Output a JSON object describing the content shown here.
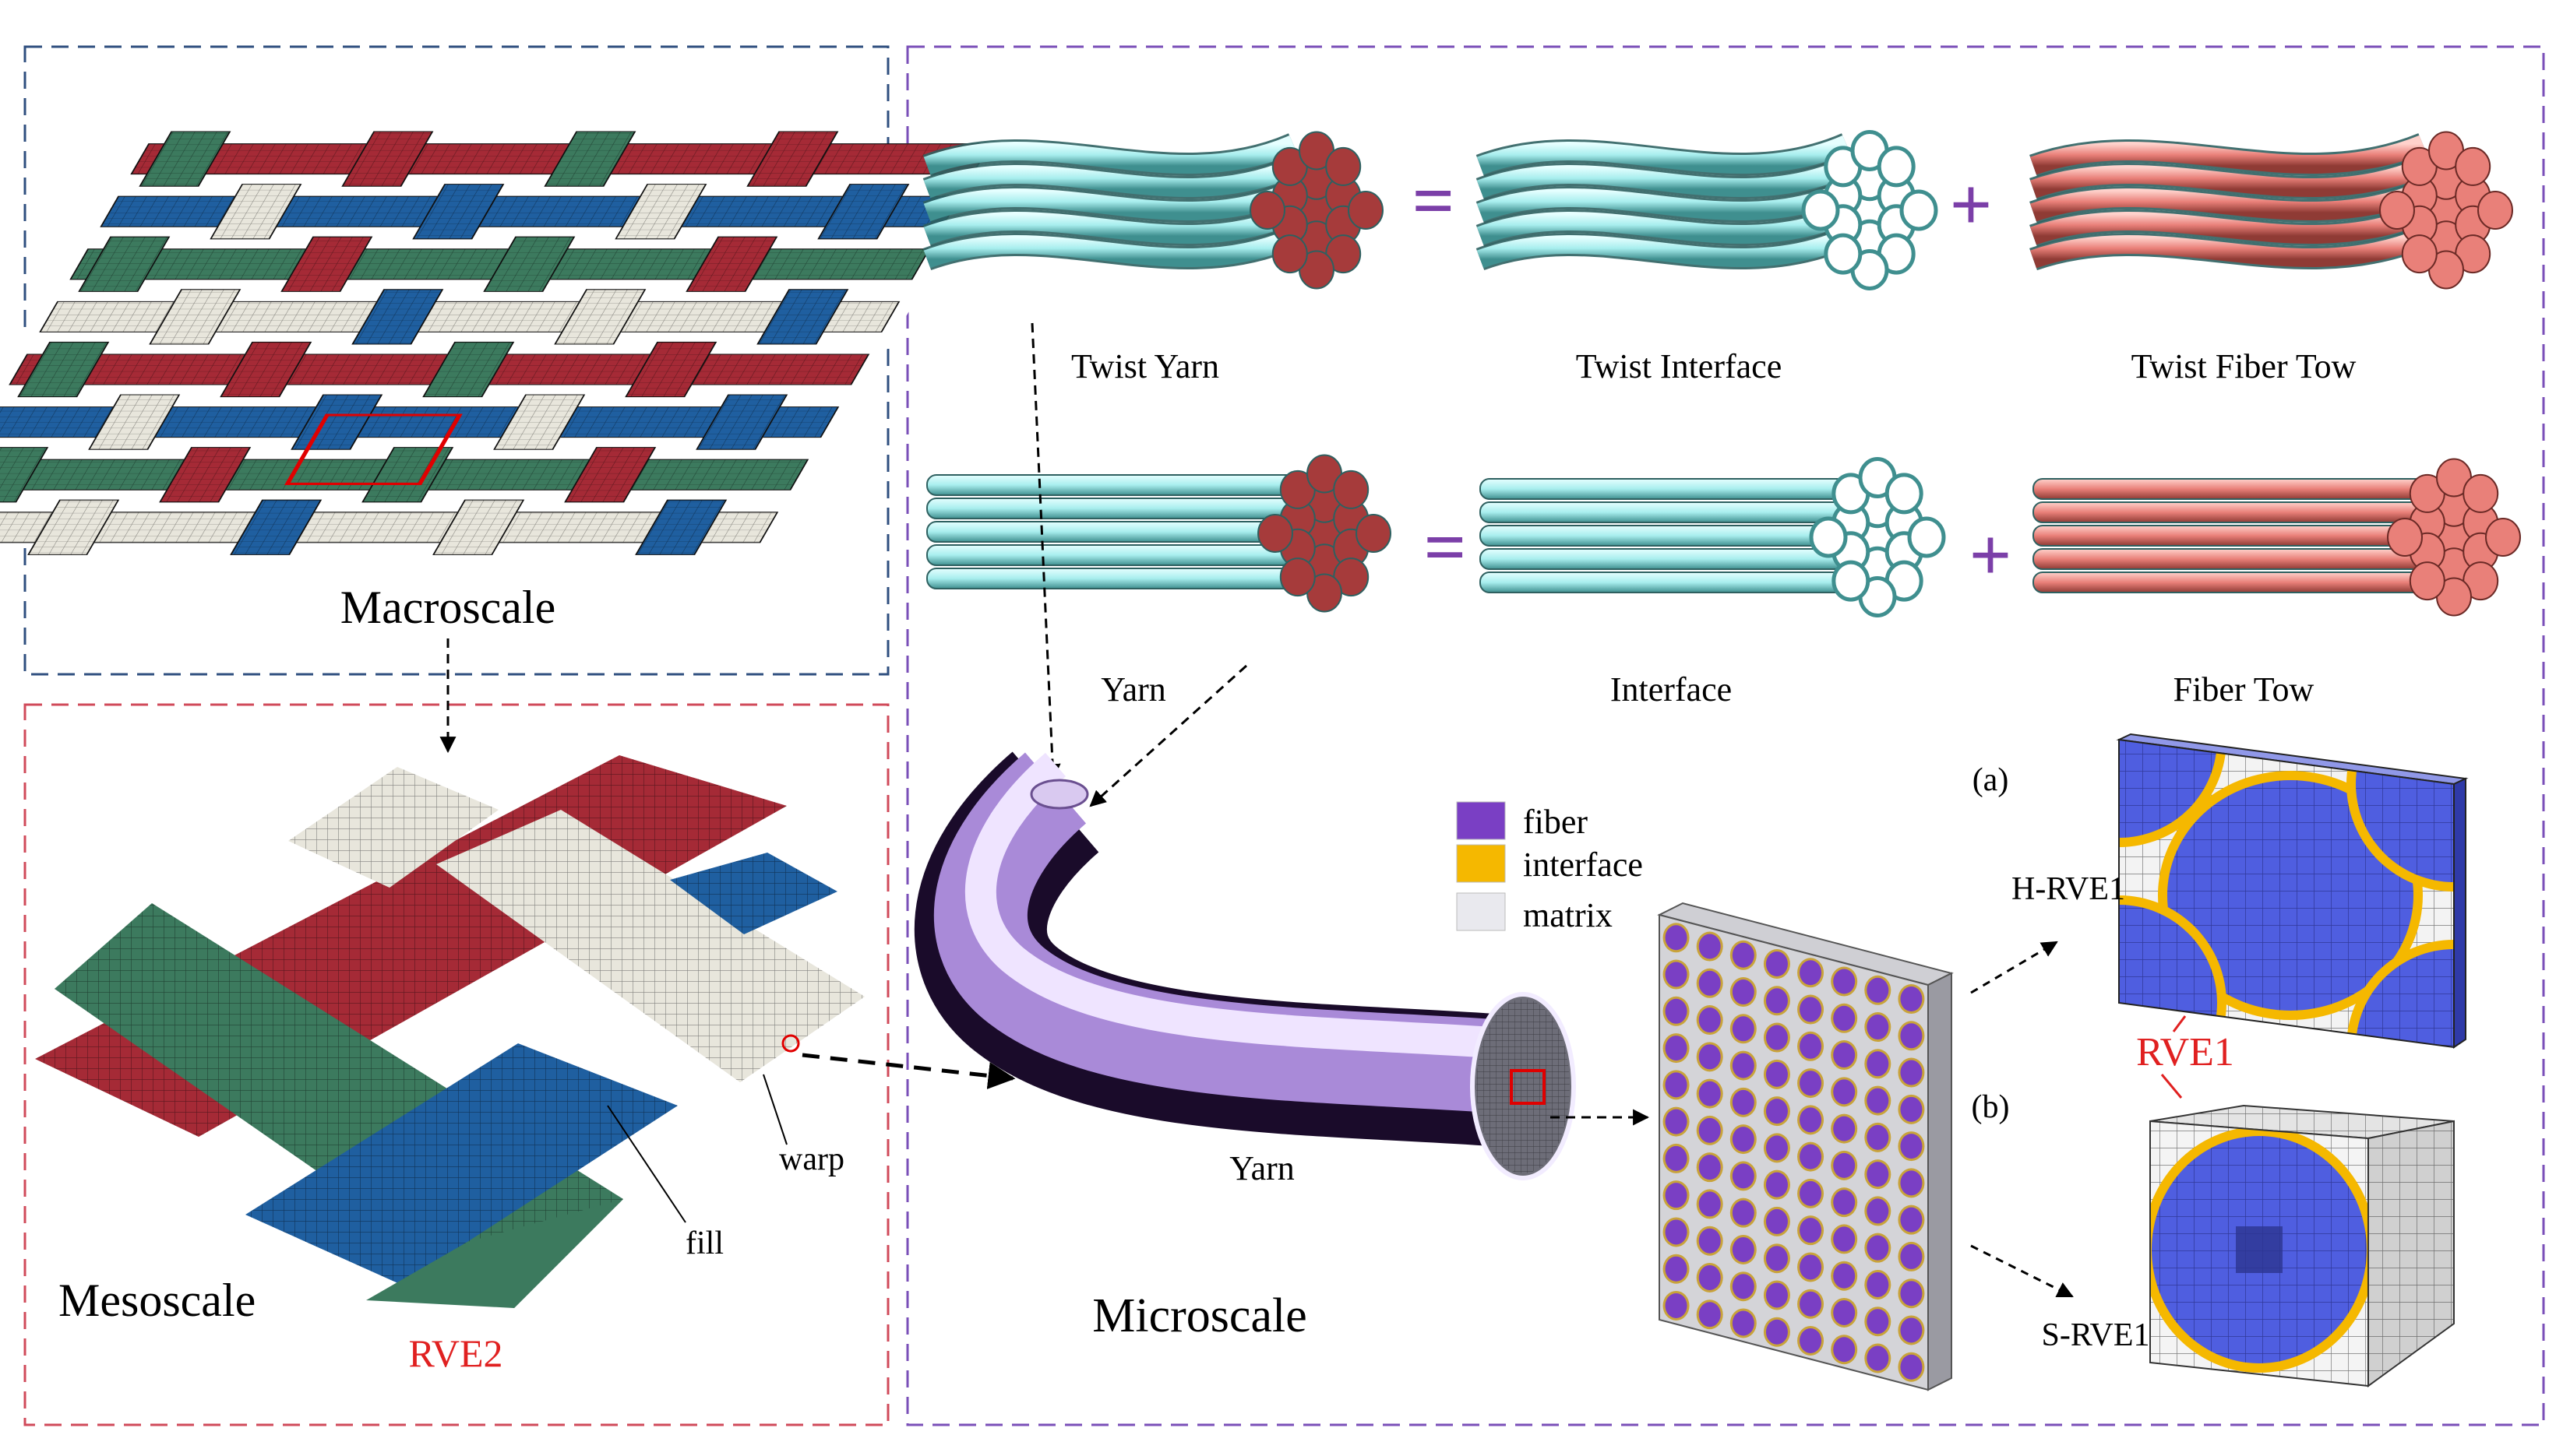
{
  "panels": {
    "macro": {
      "label": "Macroscale"
    },
    "meso": {
      "label": "Mesoscale",
      "rve_label": "RVE2",
      "warp_label": "warp",
      "fill_label": "fill"
    },
    "micro": {
      "label": "Microscale",
      "yarn_curve_label": "Yarn"
    }
  },
  "yarn_models": {
    "twist_yarn": "Twist Yarn",
    "twist_interface": "Twist Interface",
    "twist_fiber_tow": "Twist Fiber Tow",
    "yarn": "Yarn",
    "interface": "Interface",
    "fiber_tow": "Fiber Tow",
    "equals": "=",
    "plus": "+"
  },
  "legend": {
    "items": [
      {
        "label": "fiber",
        "color": "#7a3fc4"
      },
      {
        "label": "interface",
        "color": "#f5b800"
      },
      {
        "label": "matrix",
        "color": "#e9e9ee"
      }
    ]
  },
  "rve": {
    "a_label": "(a)",
    "b_label": "(b)",
    "h_label": "H-RVE1",
    "s_label": "S-RVE1",
    "rve1_label": "RVE1"
  },
  "colors": {
    "macro_border": "#2f4f7f",
    "meso_border": "#d04a5a",
    "micro_border": "#7a4fb8",
    "red_label": "#e02020",
    "operator": "#7b3fa8",
    "cyan": "#a8eeee",
    "salmon": "#e98079",
    "tow_red": "#a63b3b",
    "fiber_blue": "#4f5ee0",
    "weave_red": "#a52a36",
    "weave_green": "#3c7a5e",
    "weave_blue": "#1f5fa0",
    "weave_white": "#e8e6dc"
  }
}
